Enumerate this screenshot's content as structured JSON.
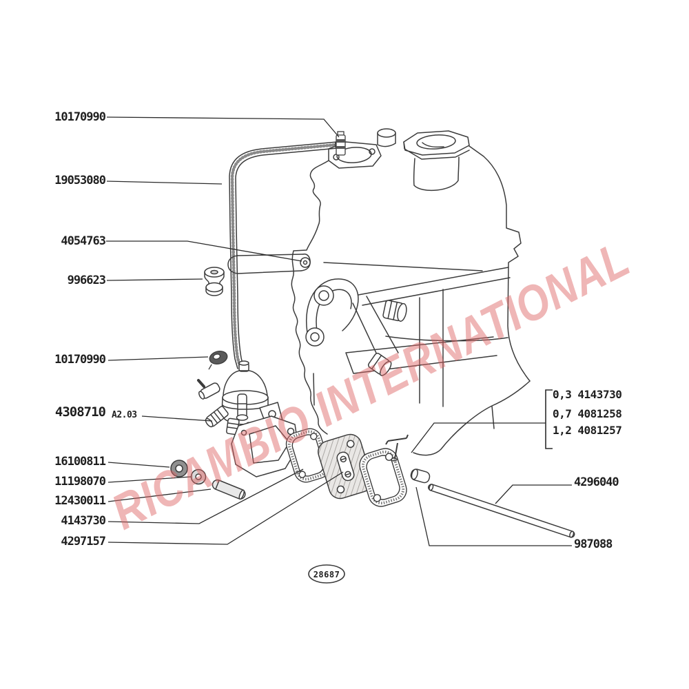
{
  "watermark": {
    "text": "RICAMBIO INTERNATIONAL",
    "color": "#de6464"
  },
  "badge": {
    "number": "28687"
  },
  "labels": {
    "fitting_top": "10170990",
    "pipe": "19053080",
    "clamp": "4054763",
    "grommet": "996623",
    "clip": "10170990",
    "pump": "4308710",
    "pump_note": "A2.03",
    "bush": "16100811",
    "washer": "11198070",
    "pin": "12430011",
    "gasket": "4143730",
    "spacer": "4297157",
    "pushrod": "4296040",
    "cap": "987088"
  },
  "thickness_options": [
    {
      "thickness": "0,3",
      "part": "4143730"
    },
    {
      "thickness": "0,7",
      "part": "4081258"
    },
    {
      "thickness": "1,2",
      "part": "4081257"
    }
  ],
  "colors": {
    "line": "#3b3b3b",
    "leader": "#2b2b2b"
  }
}
